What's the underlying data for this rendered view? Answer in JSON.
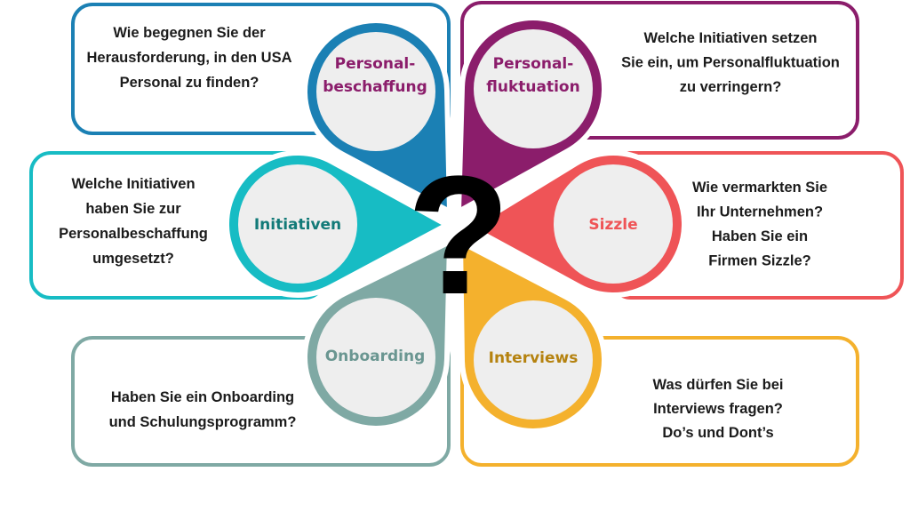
{
  "center_symbol": "?",
  "segments": [
    {
      "id": "personalbeschaffung",
      "label_lines": [
        "Personal-",
        "beschaffung"
      ],
      "question_lines": [
        "Wie begegnen Sie der",
        "Herausforderung, in den USA",
        "Personal zu finden?"
      ],
      "color": "#1b80b4",
      "label_color": "#8b1d6b"
    },
    {
      "id": "personalfluktuation",
      "label_lines": [
        "Personal-",
        "fluktuation"
      ],
      "question_lines": [
        "Welche Initiativen setzen",
        "Sie ein, um Personalfluktuation",
        "zu verringern?"
      ],
      "color": "#8b1d6b",
      "label_color": "#8b1d6b"
    },
    {
      "id": "initiativen",
      "label_lines": [
        "Initiativen"
      ],
      "question_lines": [
        "Welche Initiativen",
        "haben Sie zur",
        "Personalbeschaffung",
        "umgesetzt?"
      ],
      "color": "#17bcc4",
      "label_color": "#127a78"
    },
    {
      "id": "sizzle",
      "label_lines": [
        "Sizzle"
      ],
      "question_lines": [
        "Wie vermarkten Sie",
        "Ihr Unternehmen?",
        "Haben Sie ein",
        "Firmen Sizzle?"
      ],
      "color": "#ef5457",
      "label_color": "#ef5457"
    },
    {
      "id": "onboarding",
      "label_lines": [
        "Onboarding"
      ],
      "question_lines": [
        "Haben Sie ein Onboarding",
        "und Schulungsprogramm?"
      ],
      "color": "#7fa9a4",
      "label_color": "#6a9691"
    },
    {
      "id": "interviews",
      "label_lines": [
        "Interviews"
      ],
      "question_lines": [
        "Was dürfen Sie bei",
        "Interviews fragen?",
        "Do’s und Dont’s"
      ],
      "color": "#f4b12d",
      "label_color": "#b5820f"
    }
  ]
}
